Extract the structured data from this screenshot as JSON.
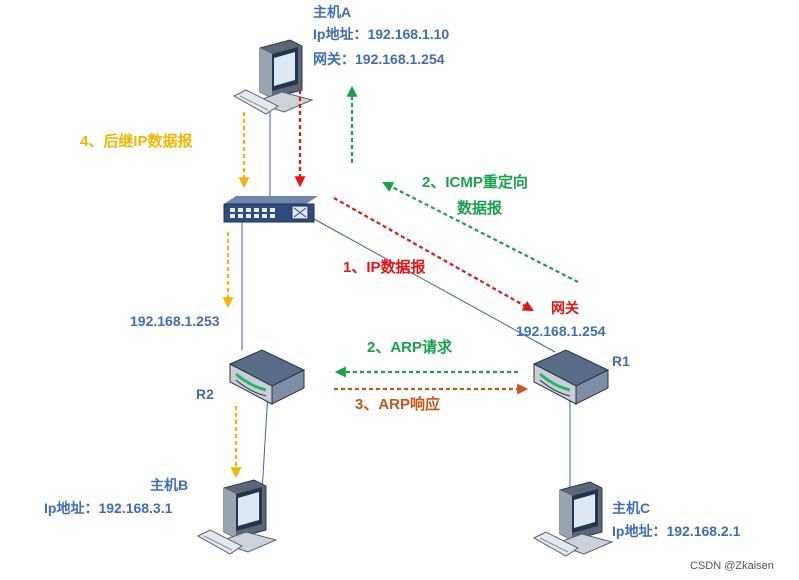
{
  "hostA": {
    "name": "主机A",
    "ip": "Ip地址：192.168.1.10",
    "gateway": "网关：192.168.1.254"
  },
  "hostB": {
    "name": "主机B",
    "ip": "Ip地址：192.168.3.1"
  },
  "hostC": {
    "name": "主机C",
    "ip": "Ip地址：192.168.2.1"
  },
  "r1": {
    "name": "R1",
    "gateway_label": "网关",
    "ip": "192.168.1.254"
  },
  "r2": {
    "name": "R2",
    "ip": "192.168.1.253"
  },
  "steps": {
    "ip_datagram": "1、IP数据报",
    "icmp_line1": "2、ICMP重定向",
    "icmp_line2": "数据报",
    "arp_request": "2、ARP请求",
    "arp_reply": "3、ARP响应",
    "followup_ip": "4、后继IP数据报"
  },
  "watermark": "CSDN @Zkaisen",
  "colors": {
    "red": "#E8140F",
    "green": "#17A24A",
    "orange": "#F2B705",
    "brown": "#C4561A",
    "blue_text": "#3F6EB5",
    "link": "#3F5FA8"
  }
}
